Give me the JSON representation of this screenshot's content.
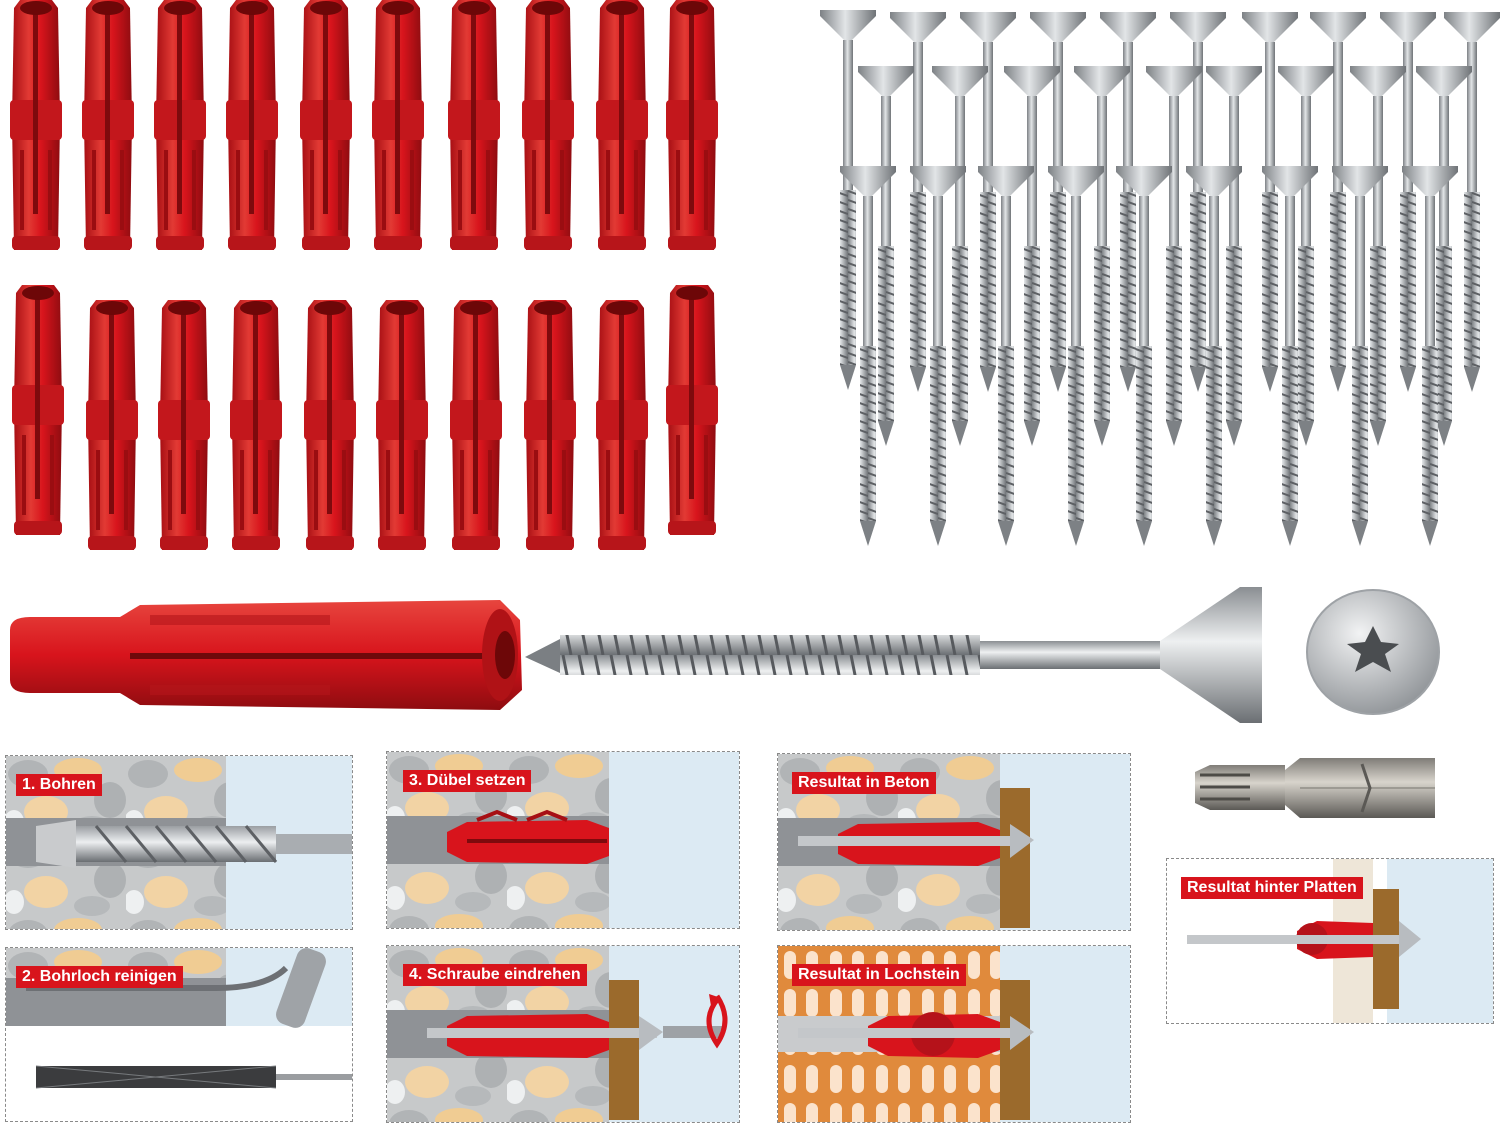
{
  "colors": {
    "dowel_red": "#d8141c",
    "steel": "#b8bcc0",
    "label_bg": "#d8141c",
    "label_text": "#ffffff",
    "panel_sky": "#dbeaf3",
    "stone_gray": "#bfc2c4",
    "stone_tan": "#f1cf98",
    "wood_brown": "#9b6a2c",
    "brick_orange": "#e38a3a"
  },
  "icons": {
    "dowel": "wall-plug-icon",
    "screw": "countersunk-screw-icon",
    "screw_head": "torx-head-icon",
    "bit": "torx-bit-icon",
    "rotate": "rotate-arrow-icon"
  },
  "steps": [
    {
      "label": "1. Bohren"
    },
    {
      "label": "2. Bohrloch reinigen"
    },
    {
      "label": "3. Dübel setzen"
    },
    {
      "label": "4. Schraube eindrehen"
    },
    {
      "label": "Resultat in Beton"
    },
    {
      "label": "Resultat in Lochstein"
    },
    {
      "label": "Resultat hinter Platten"
    }
  ]
}
